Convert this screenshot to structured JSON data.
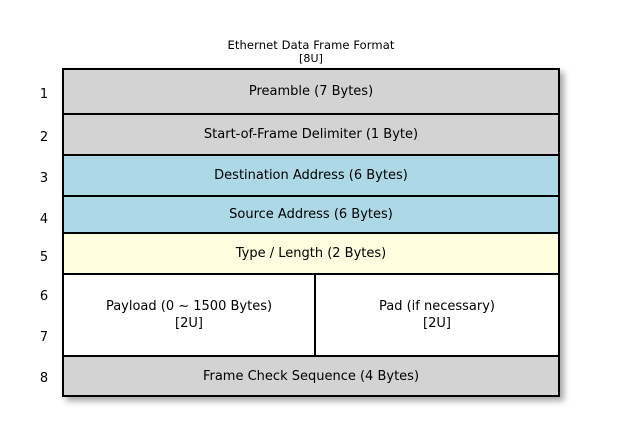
{
  "diagram": {
    "title": "Ethernet Data Frame Format",
    "subtitle": "[8U]",
    "background_color": "#ffffff",
    "border_color": "#000000",
    "colors": {
      "gray": "#d3d3d3",
      "blue": "#add8e6",
      "yellow": "#ffffe0",
      "white": "#ffffff"
    },
    "row_numbers": [
      "1",
      "2",
      "3",
      "4",
      "5",
      "6",
      "7",
      "8"
    ],
    "rows": [
      {
        "number": "1",
        "label": "Preamble (7 Bytes)",
        "color": "#d3d3d3"
      },
      {
        "number": "2",
        "label": "Start-of-Frame Delimiter (1 Byte)",
        "color": "#d3d3d3"
      },
      {
        "number": "3",
        "label": "Destination Address (6 Bytes)",
        "color": "#add8e6"
      },
      {
        "number": "4",
        "label": "Source Address (6 Bytes)",
        "color": "#add8e6"
      },
      {
        "number": "5",
        "label": "Type / Length (2 Bytes)",
        "color": "#ffffe0"
      },
      {
        "number": "6-7",
        "color": "#ffffff",
        "split": true,
        "left": {
          "label": "Payload (0 ~ 1500 Bytes)",
          "sub": "[2U]"
        },
        "right": {
          "label": "Pad (if necessary)",
          "sub": "[2U]"
        }
      },
      {
        "number": "8",
        "label": "Frame Check Sequence (4 Bytes)",
        "color": "#d3d3d3"
      }
    ]
  }
}
